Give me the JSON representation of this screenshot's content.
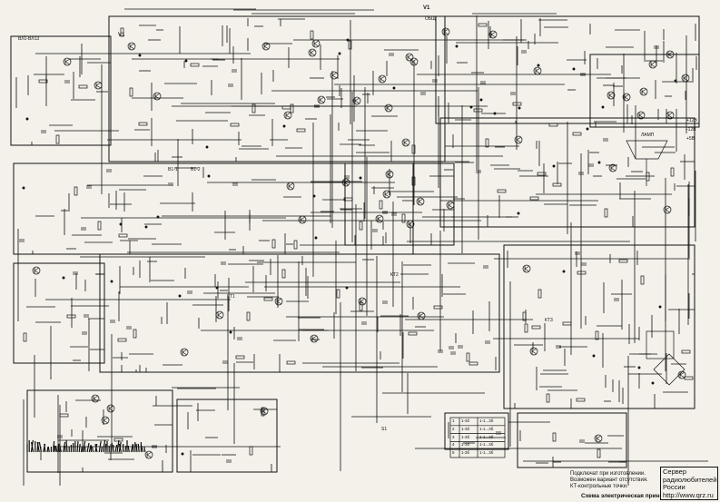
{
  "caption": "Схема электрическая принципиальная",
  "notes": [
    "Подключат при изготовлении.",
    "Возможен вариант отсутствия.",
    "КТ-контрольные точки."
  ],
  "title_block": {
    "line1": "Сервер",
    "line2": "радиолюбителей",
    "line3": "России",
    "url": "http://www.qrz.ru"
  },
  "labels": {
    "v1": "V1",
    "v1b": "V1",
    "din_in": "ВЛ1-ВЛ13",
    "x5": "+12В",
    "x6": "-12В",
    "x7": "+5В",
    "out_top": "ОБЩ",
    "b1": "В1-1",
    "b2": "В1-2",
    "kt1": "КТ1",
    "kt2": "КТ2",
    "kt3": "КТ3",
    "lamp": "ЛАМП",
    "sw": "S1"
  },
  "table_rows": [
    {
      "a": "1",
      "b": "1-3б",
      "c": "1-1...3б"
    },
    {
      "a": "2",
      "b": "1-3б",
      "c": "1-1...3б"
    },
    {
      "a": "3",
      "b": "1-3б",
      "c": "1-1...3б"
    },
    {
      "a": "4",
      "b": "1-3б",
      "c": "1-1...3б"
    },
    {
      "a": "5",
      "b": "1-3б",
      "c": "1-1...3б"
    }
  ]
}
